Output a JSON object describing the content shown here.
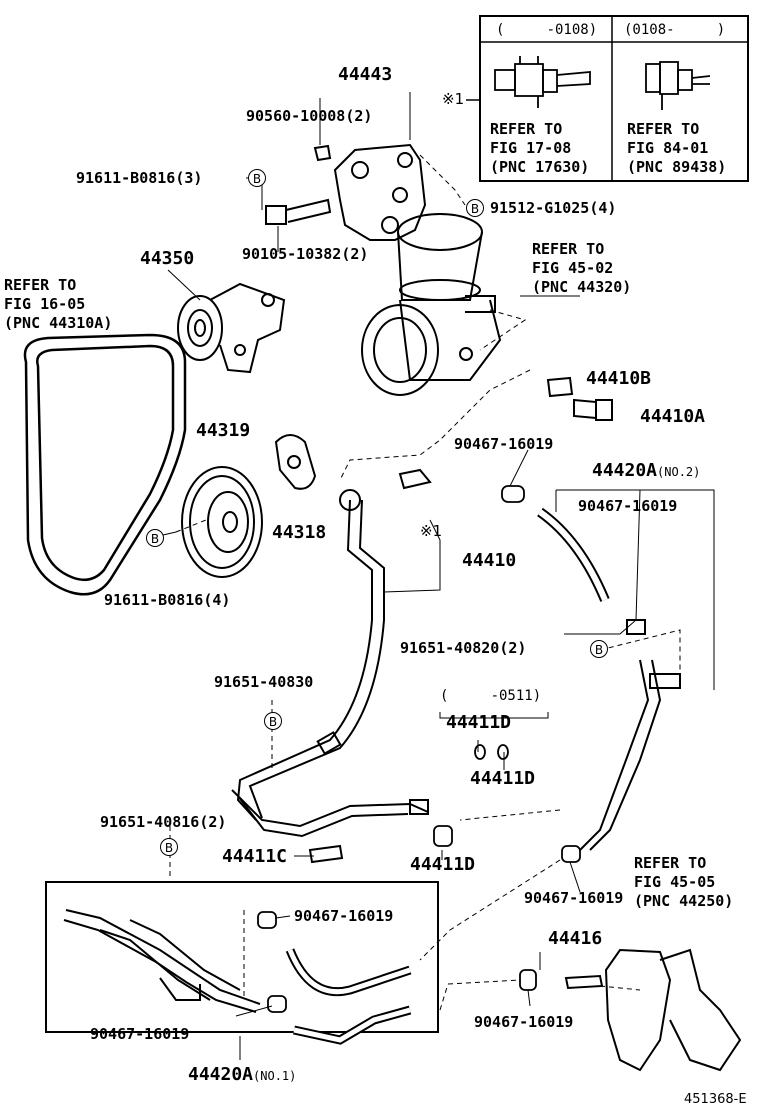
{
  "figure_id": "451368-E",
  "inset": {
    "ref_mark": "※1",
    "col1_header": "(     -0108)",
    "col2_header": "(0108-     )",
    "col1_note": "REFER TO\nFIG 17-08\n(PNC 17630)",
    "col2_note": "REFER TO\nFIG 84-01\n(PNC 89438)"
  },
  "parts": {
    "p44443": "44443",
    "p90560": "90560-10008(2)",
    "p91611a": "91611-B0816(3)",
    "p91512": "91512-G1025(4)",
    "p90105": "90105-10382(2)",
    "p44350": "44350",
    "p44410B": "44410B",
    "p44410A": "44410A",
    "p44319": "44319",
    "p90467a": "90467-16019",
    "p44420A2": "44420A",
    "p44420A2_suffix": "(NO.2)",
    "p90467b": "90467-16019",
    "p44318": "44318",
    "p44410": "44410",
    "p44410_ref": "※1",
    "p91611b": "91611-B0816(4)",
    "p91651_40820": "91651-40820(2)",
    "p91651_40830": "91651-40830",
    "p0511": "(     -0511)",
    "p44411D_a": "44411D",
    "p44411D_b": "44411D",
    "p91651_40816": "91651-40816(2)",
    "p44411C": "44411C",
    "p44411D_c": "44411D",
    "p90467c": "90467-16019",
    "p44416": "44416",
    "p90467d": "90467-16019",
    "p90467e": "90467-16019",
    "p90467f": "90467-16019",
    "p44420A1": "44420A",
    "p44420A1_suffix": "(NO.1)"
  },
  "notes": {
    "fig1605": "REFER TO\nFIG 16-05\n(PNC 44310A)",
    "fig4502": "REFER TO\nFIG 45-02\n(PNC 44320)",
    "fig4505": "REFER TO\nFIG 45-05\n(PNC 44250)"
  },
  "b_marker": "B"
}
